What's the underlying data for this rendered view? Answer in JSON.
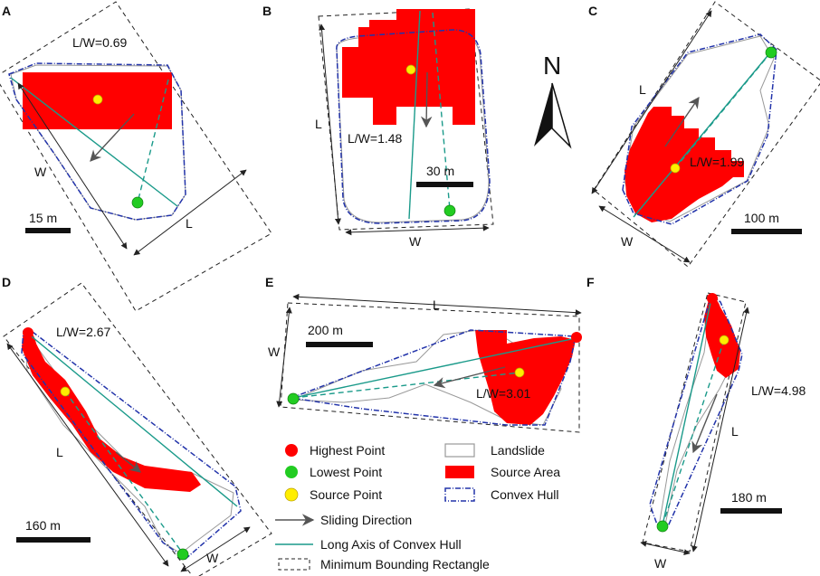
{
  "panels": {
    "A": {
      "letter": "A",
      "ratio": "L/W=0.69",
      "l": "L",
      "w": "W",
      "scale": "15 m"
    },
    "B": {
      "letter": "B",
      "ratio": "L/W=1.48",
      "l": "L",
      "w": "W",
      "scale": "30 m"
    },
    "C": {
      "letter": "C",
      "ratio": "L/W=1.99",
      "l": "L",
      "w": "W",
      "scale": "100 m"
    },
    "D": {
      "letter": "D",
      "ratio": "L/W=2.67",
      "l": "L",
      "w": "W",
      "scale": "160 m"
    },
    "E": {
      "letter": "E",
      "ratio": "L/W=3.01",
      "l": "L",
      "w": "W",
      "scale": "200 m"
    },
    "F": {
      "letter": "F",
      "ratio": "L/W=4.98",
      "l": "L",
      "w": "W",
      "scale": "180 m"
    }
  },
  "north": {
    "label": "N"
  },
  "legend": {
    "highest": "Highest Point",
    "lowest": "Lowest Point",
    "source_point": "Source Point",
    "sliding": "Sliding Direction",
    "long_axis": "Long Axis of Convex Hull",
    "mbr": "Minimum Bounding Rectangle",
    "landslide": "Landslide",
    "source_area": "Source Area",
    "hull": "Convex Hull"
  },
  "colors": {
    "source_area": "#ff0000",
    "highest_point": "#ff0000",
    "lowest_point": "#22cc22",
    "source_point": "#ffee00",
    "hull": "#2233aa",
    "long_axis": "#1a9a8a",
    "landslide": "#999999",
    "arrow": "#555555"
  }
}
